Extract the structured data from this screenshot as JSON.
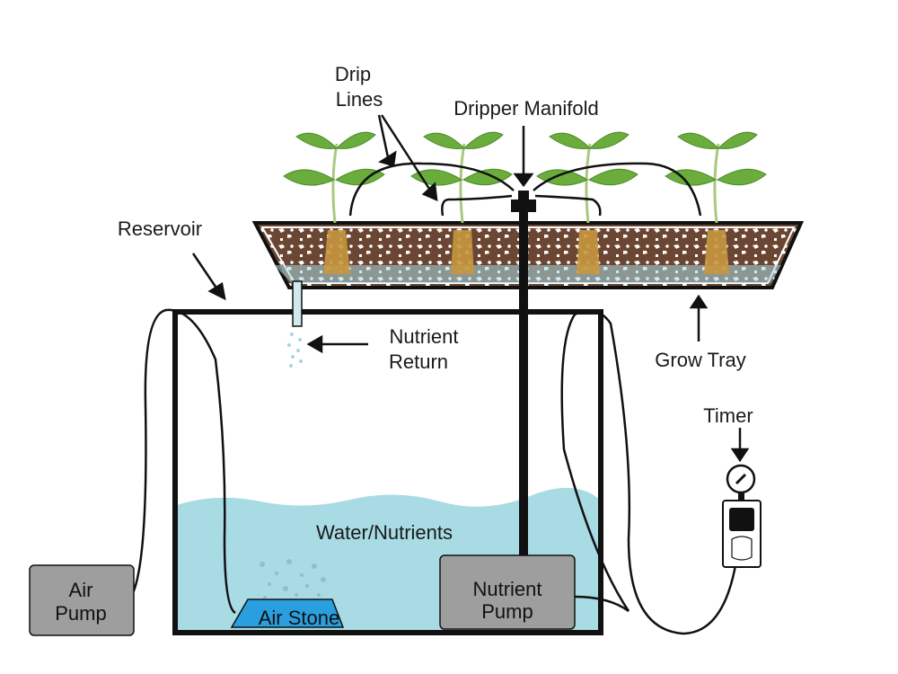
{
  "title": "Drip Hydroponic System",
  "labels": {
    "drip_lines_1": "Drip",
    "drip_lines_2": "Lines",
    "dripper_manifold": "Dripper Manifold",
    "reservoir": "Reservoir",
    "nutrient_return_1": "Nutrient",
    "nutrient_return_2": "Return",
    "grow_tray": "Grow Tray",
    "timer": "Timer",
    "water_nutrients": "Water/Nutrients",
    "air_pump_1": "Air",
    "air_pump_2": "Pump",
    "air_stone": "Air Stone",
    "nutrient_pump_1": "Nutrient",
    "nutrient_pump_2": "Pump"
  },
  "components": [
    "Drip Lines",
    "Dripper Manifold",
    "Reservoir",
    "Nutrient Return",
    "Grow Tray",
    "Timer",
    "Water/Nutrients",
    "Air Pump",
    "Air Stone",
    "Nutrient Pump"
  ],
  "plants_count": 4,
  "colors": {
    "water": "#a8dbe4",
    "leaf": "#6aad3c",
    "medium": "#6b4632",
    "air_stone": "#2a9fe0",
    "pump": "#9e9e9e",
    "outline": "#111111"
  }
}
